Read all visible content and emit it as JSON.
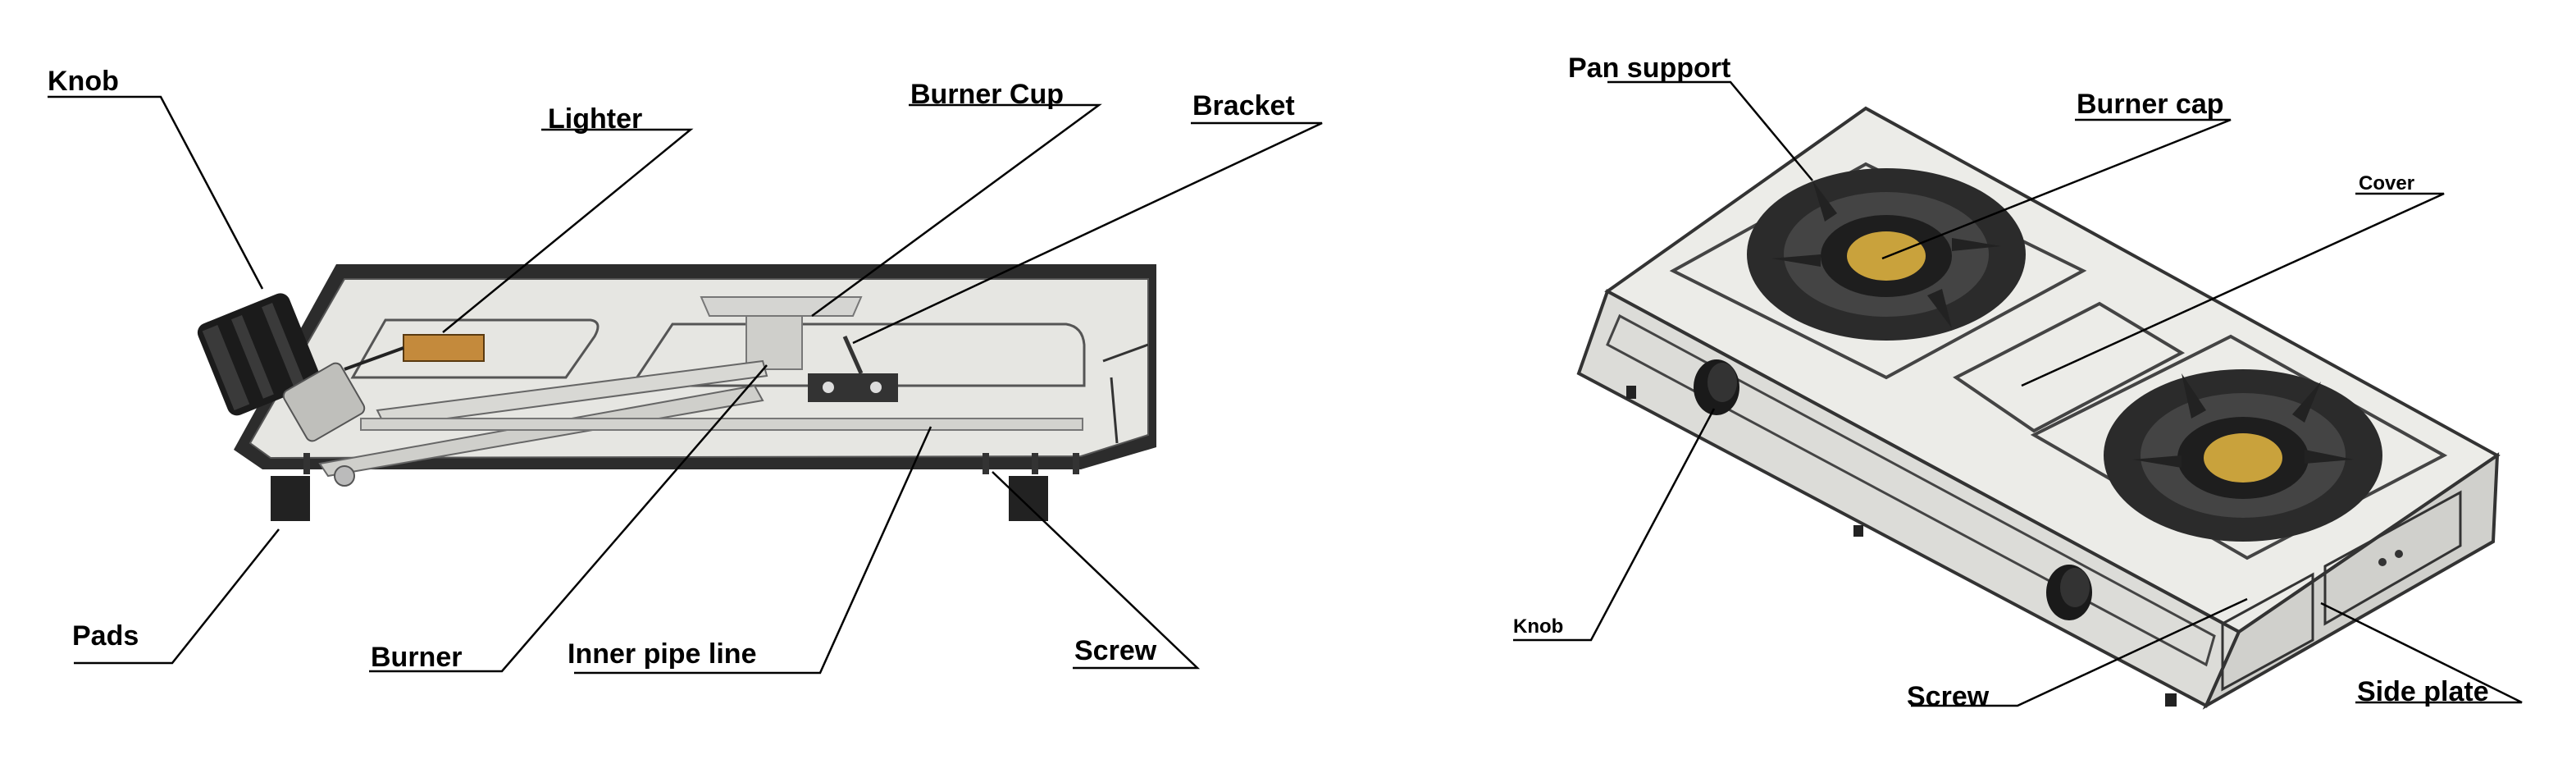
{
  "labels": {
    "knob_left": "Knob",
    "lighter": "Lighter",
    "burner_cup": "Burner Cup",
    "bracket": "Bracket",
    "pads": "Pads",
    "burner": "Burner",
    "inner_pipe_line": "Inner pipe line",
    "screw_left": "Screw",
    "pan_support": "Pan support",
    "burner_cap": "Burner cap",
    "cover": "Cover",
    "knob_right": "Knob",
    "screw_right": "Screw",
    "side_plate": "Side plate"
  },
  "colors": {
    "line": "#000000",
    "steel": "#e4e4e0",
    "steel_dark": "#b9b9b4",
    "body_dark": "#2b2b2b",
    "brass": "#c9a23c",
    "knob": "#1c1c1c"
  }
}
